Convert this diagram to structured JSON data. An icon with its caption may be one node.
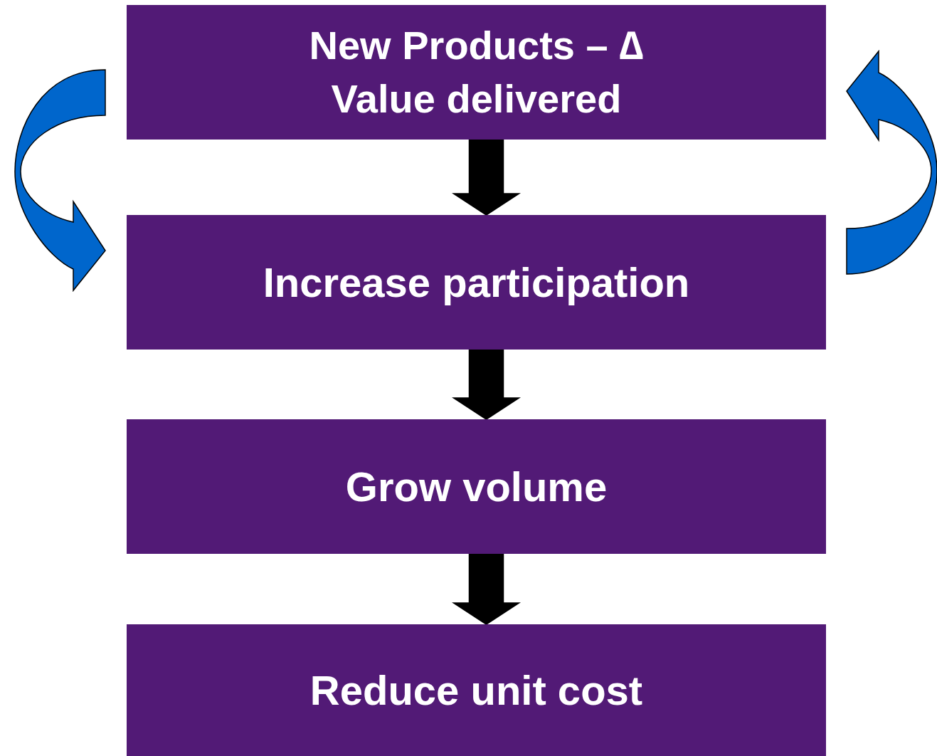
{
  "diagram": {
    "nodes": [
      {
        "text": [
          "New Products – ∆ Value delivered"
        ]
      },
      {
        "text": [
          "Increase participation"
        ]
      },
      {
        "text": [
          "Grow volume"
        ]
      },
      {
        "text": [
          "Reduce unit cost"
        ]
      }
    ],
    "edges": [
      {
        "from": 0,
        "to": 1,
        "arrow": "to"
      },
      {
        "from": 1,
        "to": 2,
        "arrow": "to"
      },
      {
        "from": 2,
        "to": 3,
        "arrow": "to"
      },
      {
        "from": 0,
        "to": 1,
        "arrow": "to",
        "color": "#0066cc"
      },
      {
        "from": 1,
        "to": 0,
        "arrow": "to",
        "color": "#0066cc"
      }
    ]
  }
}
